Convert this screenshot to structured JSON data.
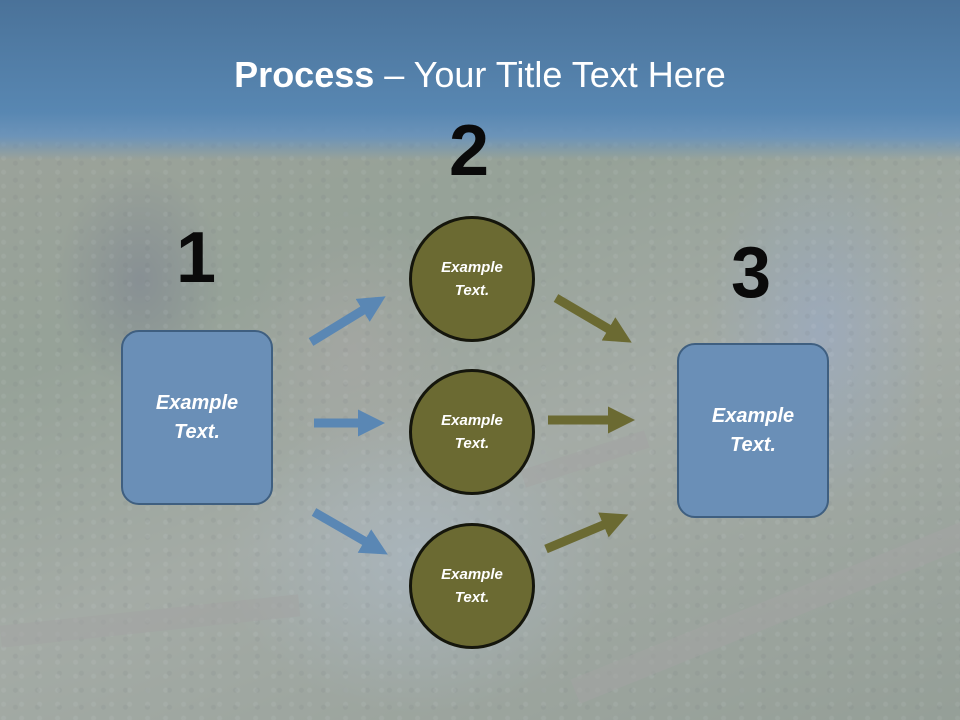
{
  "title": {
    "bold": "Process",
    "rest": " – Your Title Text Here"
  },
  "steps": {
    "one": "1",
    "two": "2",
    "three": "3"
  },
  "boxes": {
    "left": "Example Text.",
    "right": "Example Text."
  },
  "circles": {
    "top": "Example Text.",
    "middle": "Example Text.",
    "bottom": "Example Text."
  },
  "colors": {
    "header": "#5887b2",
    "box_fill": "#6a8fb7",
    "box_border": "#3f5f80",
    "circle_fill": "#6b6a32",
    "blue_arrow": "#5a87b4",
    "olive_arrow": "#6b6a32"
  }
}
